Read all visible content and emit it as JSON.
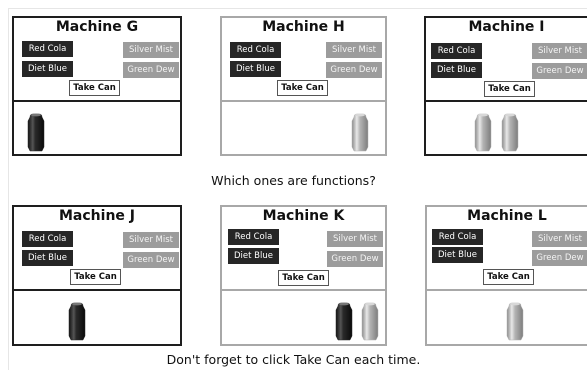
{
  "question": "Which ones are functions?",
  "reminder": "Don't forget to click Take Can each time.",
  "buttons": {
    "red_cola": "Red Cola",
    "diet_blue": "Diet Blue",
    "silver_mist": "Silver Mist",
    "green_dew": "Green Dew",
    "take_can": "Take Can"
  },
  "colors": {
    "dark_can": "#2a2a2a",
    "silver_can": "#b4b4b4",
    "dark_border": "#1e1e1e",
    "light_border": "#a8a8a8"
  },
  "machines": [
    {
      "title": "Machine G",
      "cans": [
        "dark"
      ]
    },
    {
      "title": "Machine H",
      "cans": [
        "silver"
      ]
    },
    {
      "title": "Machine I",
      "cans": [
        "silver",
        "silver"
      ]
    },
    {
      "title": "Machine J",
      "cans": [
        "dark"
      ]
    },
    {
      "title": "Machine K",
      "cans": [
        "dark",
        "silver"
      ]
    },
    {
      "title": "Machine L",
      "cans": [
        "silver"
      ]
    }
  ]
}
